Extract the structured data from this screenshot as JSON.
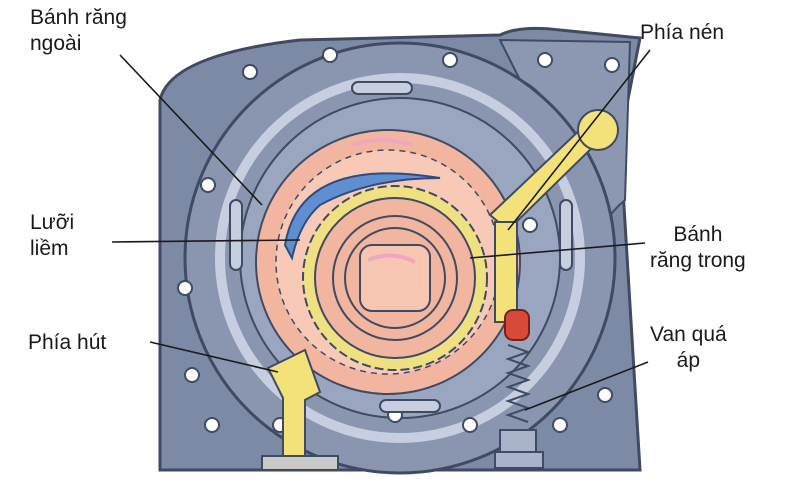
{
  "labels": {
    "outer_gear": {
      "line1": "Bánh răng",
      "line2": "ngoài"
    },
    "crescent": {
      "line1": "Lưỡi",
      "line2": "liềm"
    },
    "suction": {
      "line1": "Phía hút"
    },
    "discharge": {
      "line1": "Phía nén"
    },
    "inner_gear": {
      "line1": "Bánh",
      "line2": "răng trong"
    },
    "relief_valve": {
      "line1": "Van quá",
      "line2": "áp"
    }
  },
  "colors": {
    "housing": "#7d8aa6",
    "housing_dark": "#5b6784",
    "housing_light": "#a9b3c9",
    "outer_gear": "#f2b6a0",
    "inner_gear": "#efe082",
    "crescent": "#5f8fd1",
    "channel": "#f3e27a",
    "valve_red": "#d64a3a",
    "arrow": "#f0a6c0"
  }
}
